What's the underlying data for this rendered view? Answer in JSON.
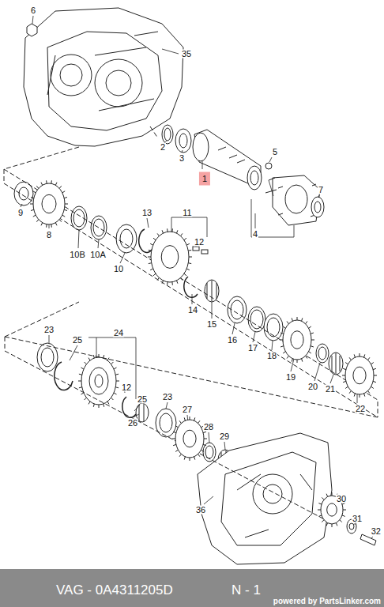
{
  "diagram": {
    "labels": [
      "6",
      "35",
      "2",
      "3",
      "1",
      "5",
      "7",
      "4",
      "9",
      "8",
      "10B",
      "10A",
      "10",
      "13",
      "11",
      "12",
      "14",
      "15",
      "16",
      "17",
      "18",
      "19",
      "20",
      "21",
      "22",
      "23",
      "25",
      "24",
      "12",
      "25",
      "26",
      "23",
      "27",
      "28",
      "29",
      "36",
      "30",
      "31",
      "32",
      "VAG - 0A4311205D",
      "N - 1",
      "powered by PartsLinker.com"
    ]
  }
}
